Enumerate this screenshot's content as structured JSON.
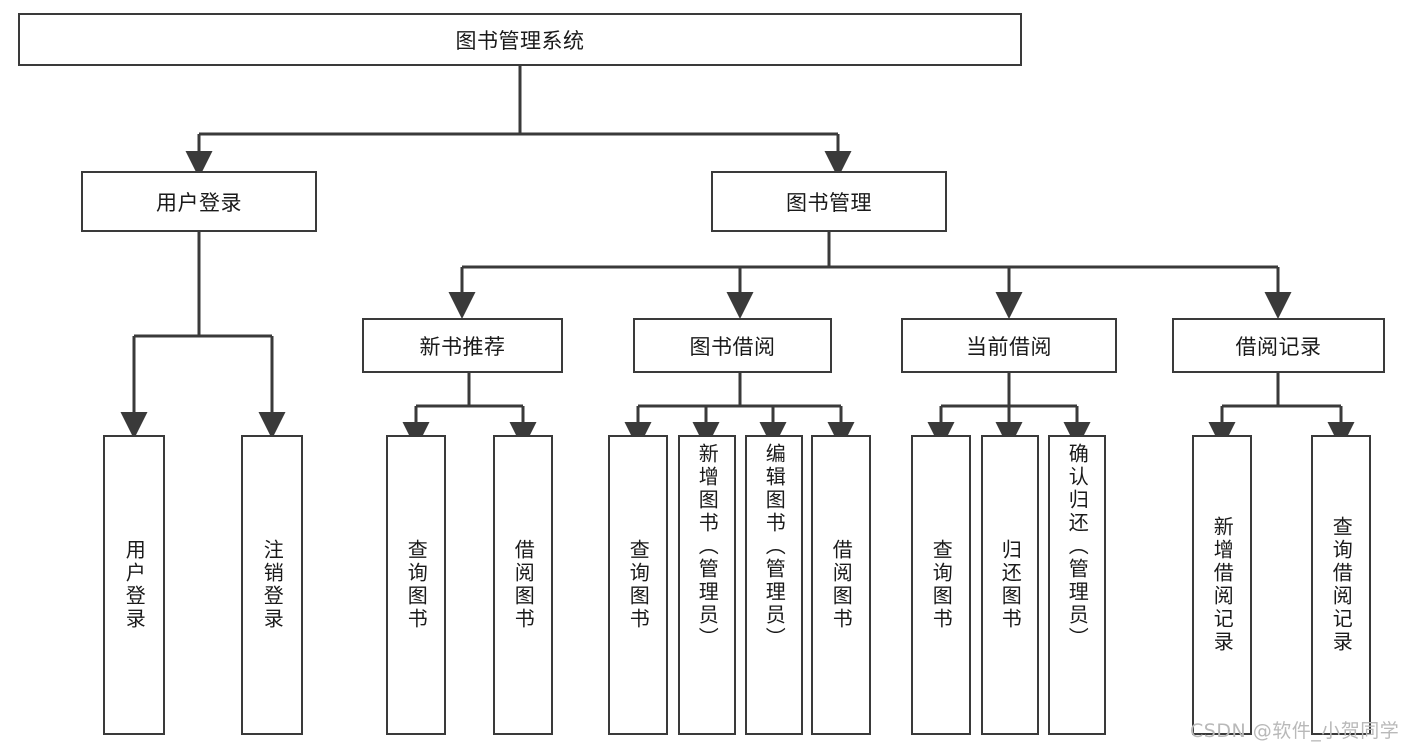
{
  "diagram": {
    "type": "tree-hierarchy",
    "title": "图书管理系统",
    "watermark": "CSDN @软件_小贺同学",
    "colors": {
      "stroke": "#3a3a3a",
      "fill": "#ffffff",
      "text": "#1a1a1a",
      "watermark": "#b9b9b9"
    },
    "levels": {
      "root": {
        "label": "图书管理系统"
      },
      "level1": [
        {
          "label": "用户登录"
        },
        {
          "label": "图书管理"
        }
      ],
      "level2": [
        {
          "label": "新书推荐"
        },
        {
          "label": "图书借阅"
        },
        {
          "label": "当前借阅"
        },
        {
          "label": "借阅记录"
        }
      ],
      "leaves": {
        "user_login": [
          {
            "label": "用户登录"
          },
          {
            "label": "注销登录"
          }
        ],
        "new_book": [
          {
            "label": "查询图书"
          },
          {
            "label": "借阅图书"
          }
        ],
        "borrow": [
          {
            "label": "查询图书"
          },
          {
            "label": "新增图书（管理员）"
          },
          {
            "label": "编辑图书（管理员）"
          },
          {
            "label": "借阅图书"
          }
        ],
        "current": [
          {
            "label": "查询图书"
          },
          {
            "label": "归还图书"
          },
          {
            "label": "确认归还（管理员）"
          }
        ],
        "records": [
          {
            "label": "新增借阅记录"
          },
          {
            "label": "查询借阅记录"
          }
        ]
      }
    }
  }
}
